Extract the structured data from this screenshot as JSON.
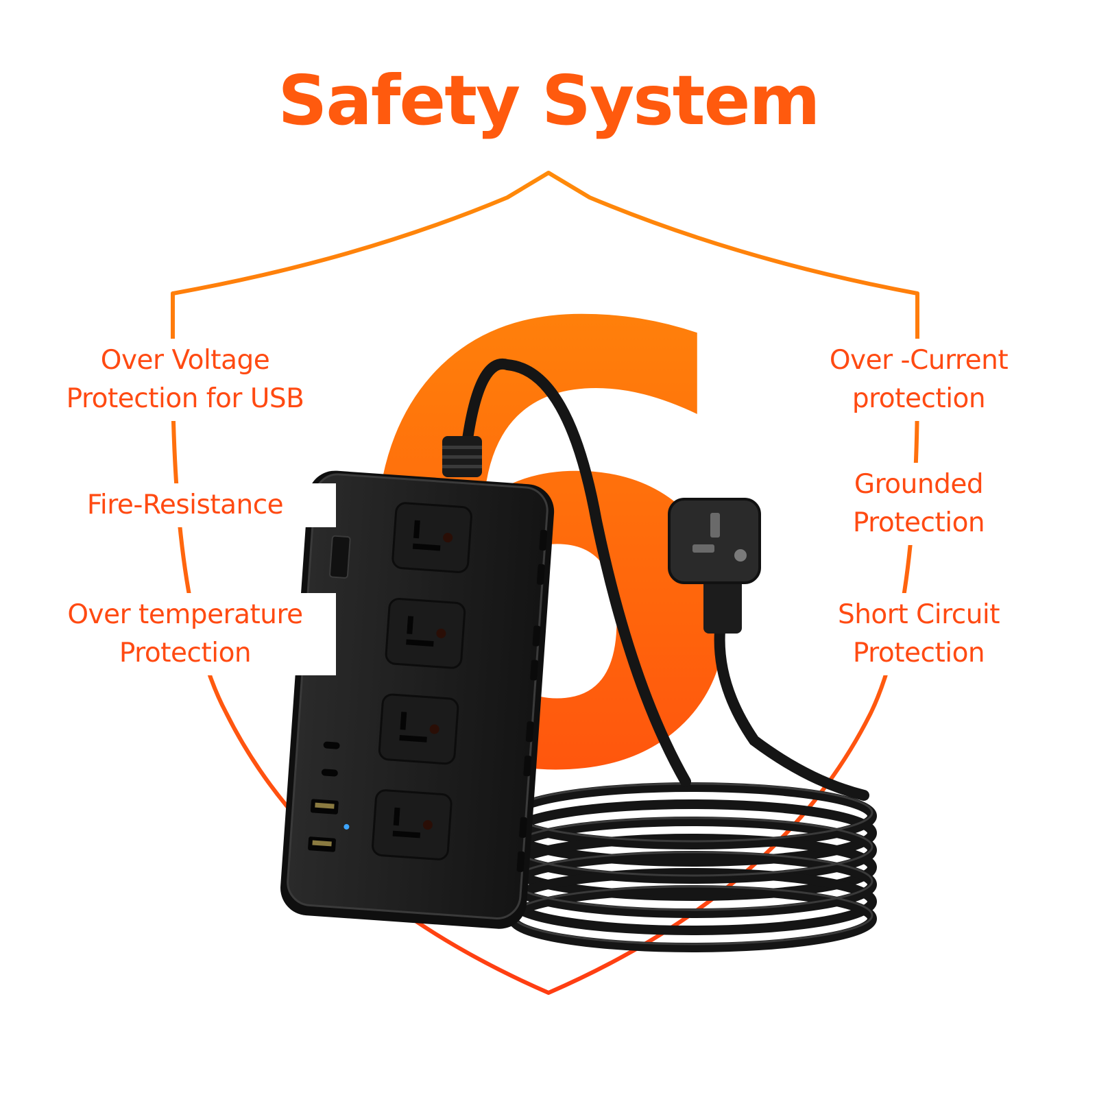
{
  "title": "Safety System",
  "big_numeral": "6",
  "colors": {
    "accent_orange": "#ff5a0e",
    "shield_gradient_top": "#ff8a0a",
    "shield_gradient_bottom": "#ff3d12",
    "product_body": "#1e1e1e"
  },
  "features": {
    "left": [
      {
        "line1": "Over Voltage",
        "line2": "Protection for USB"
      },
      {
        "line1": "Fire-Resistance",
        "line2": ""
      },
      {
        "line1": "Over temperature",
        "line2": "Protection"
      }
    ],
    "right": [
      {
        "line1": "Over -Current",
        "line2": "protection"
      },
      {
        "line1": "Grounded",
        "line2": "Protection"
      },
      {
        "line1": "Short Circuit",
        "line2": "Protection"
      }
    ]
  },
  "icons": {
    "shield": "shield-outline-icon",
    "product": "power-strip-icon",
    "plug": "three-prong-plug-icon"
  }
}
